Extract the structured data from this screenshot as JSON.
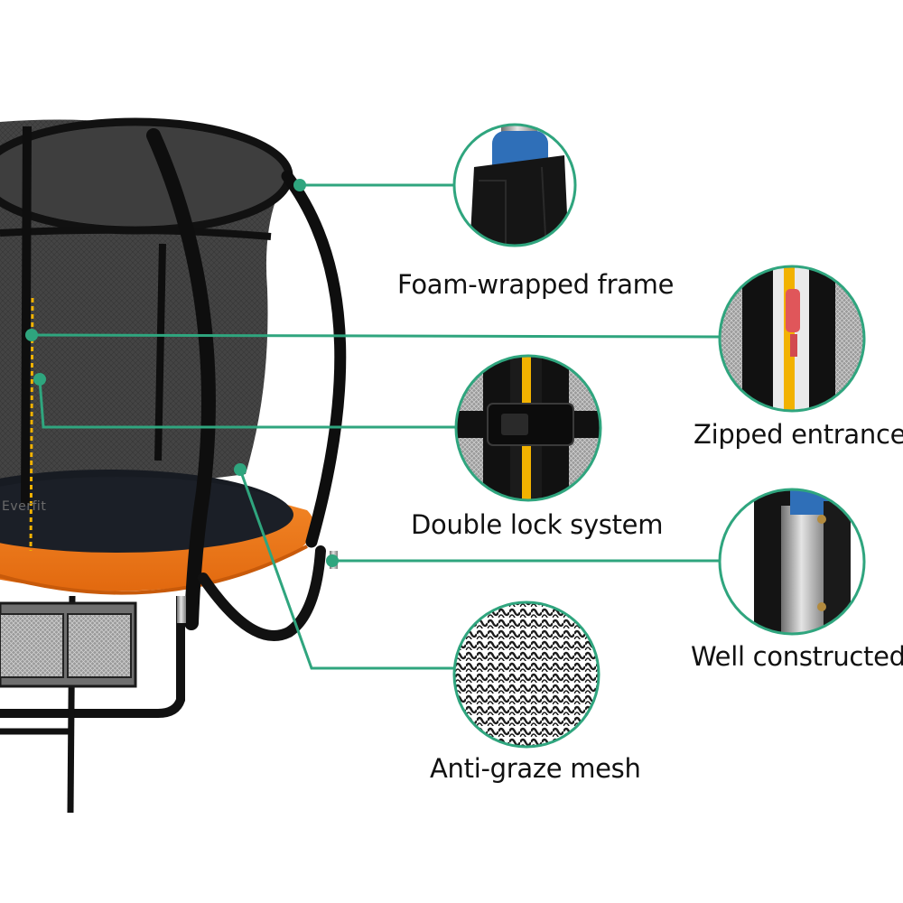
{
  "features": [
    {
      "id": "foam",
      "label": "Foam-wrapped frame",
      "icon": "foam-padding-detail-icon"
    },
    {
      "id": "zipped",
      "label": "Zipped entrance",
      "icon": "zipper-detail-icon"
    },
    {
      "id": "double",
      "label": "Double lock system",
      "icon": "buckle-lock-detail-icon"
    },
    {
      "id": "well",
      "label": "Well constructed",
      "icon": "steel-pole-detail-icon"
    },
    {
      "id": "mesh",
      "label": "Anti-graze mesh",
      "icon": "mesh-net-detail-icon"
    }
  ],
  "brand_mark": "Everfit",
  "colors": {
    "accent_line": "#2fa57e",
    "pad_orange": "#f07a1e",
    "frame_black": "#111111",
    "net": "#2b2b2b",
    "zipper_yellow": "#f2b200",
    "foam_blue": "#2f6fb8"
  }
}
